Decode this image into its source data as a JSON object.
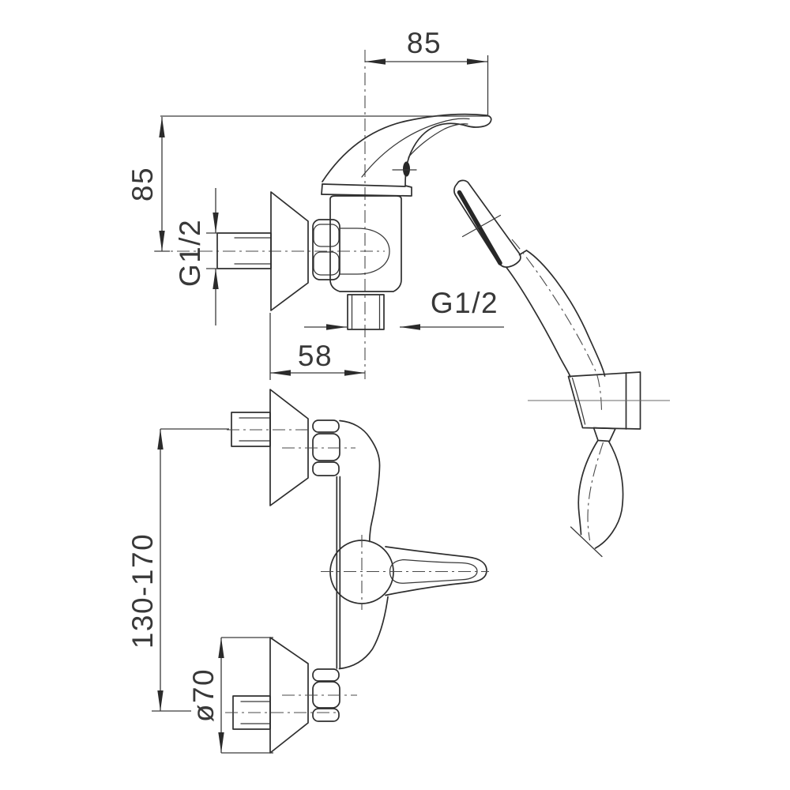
{
  "drawing": {
    "kind": "technical dimension drawing",
    "subject": "wall-mounted single-lever shower mixer with hand shower, side view and plan view",
    "colors": {
      "line": "#2e2e2e",
      "dimension": "#3a3a3a",
      "text": "#383838",
      "background": "#ffffff"
    }
  },
  "dimensions": {
    "top_reach": {
      "label": "85",
      "orientation": "horizontal",
      "meaning": "reach from outlet axis to handle tip"
    },
    "left_height": {
      "label": "85",
      "orientation": "vertical",
      "meaning": "height from inlet axis to handle tip"
    },
    "inlet_thread": {
      "label": "G1/2",
      "orientation": "vertical",
      "meaning": "wall inlet thread size"
    },
    "outlet_thread": {
      "label": "G1/2",
      "orientation": "horizontal",
      "meaning": "shower hose outlet thread size"
    },
    "wall_offset": {
      "label": "58",
      "orientation": "horizontal",
      "meaning": "wall to outlet axis distance"
    },
    "inlet_spacing": {
      "label": "130-170",
      "orientation": "vertical",
      "meaning": "adjustable distance between inlet centres"
    },
    "escutcheon_diameter": {
      "label": "ø70",
      "orientation": "vertical",
      "meaning": "escutcheon diameter"
    }
  }
}
